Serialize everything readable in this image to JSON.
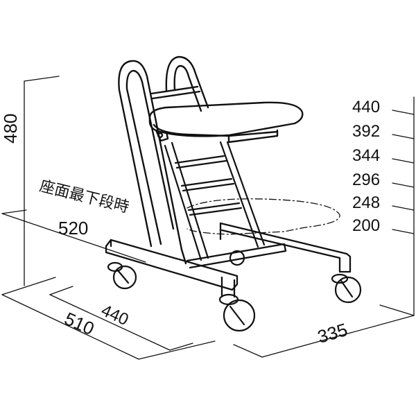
{
  "diagram": {
    "subject": "chair with height-adjustable seat, casters",
    "note_lowest_seat": "座面最下段時",
    "dimensions": {
      "overall_height": "480",
      "depth_at_lowest_seat": "520",
      "base_inner_length": "440",
      "base_outer_length": "510",
      "base_width": "335"
    },
    "seat_heights": [
      "440",
      "392",
      "344",
      "296",
      "248",
      "200"
    ],
    "line_color": "#111111",
    "background": "#ffffff"
  }
}
